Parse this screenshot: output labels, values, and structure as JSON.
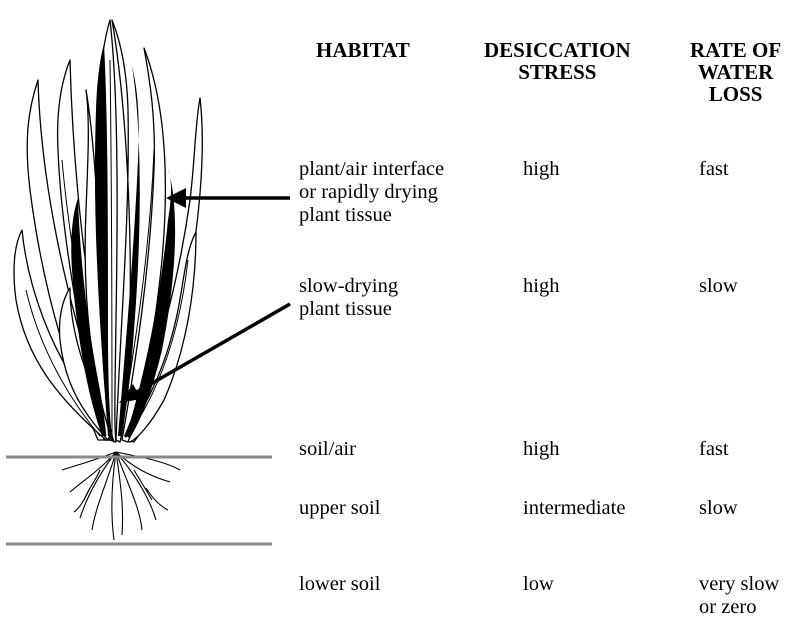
{
  "colors": {
    "ink": "#000000",
    "ground_line": "#8a8a8a",
    "background": "#ffffff"
  },
  "headers": {
    "habitat": "HABITAT",
    "stress": "DESICCATION\nSTRESS",
    "rate": "RATE OF\nWATER\nLOSS"
  },
  "rows": [
    {
      "habitat": "plant/air interface\nor rapidly drying\nplant tissue",
      "stress": "high",
      "rate": "fast"
    },
    {
      "habitat": "slow-drying\nplant tissue",
      "stress": "high",
      "rate": "slow"
    },
    {
      "habitat": "soil/air",
      "stress": "high",
      "rate": "fast"
    },
    {
      "habitat": "upper soil",
      "stress": "intermediate",
      "rate": "slow"
    },
    {
      "habitat": "lower soil",
      "stress": "low",
      "rate": "very slow\nor zero"
    }
  ],
  "illustration": {
    "subject": "grass-plant-illustration",
    "arrows": [
      "arrow-to-plant-air-interface",
      "arrow-to-slow-drying-tissue"
    ],
    "ground_lines": [
      "soil-surface-line",
      "lower-soil-boundary-line"
    ]
  }
}
